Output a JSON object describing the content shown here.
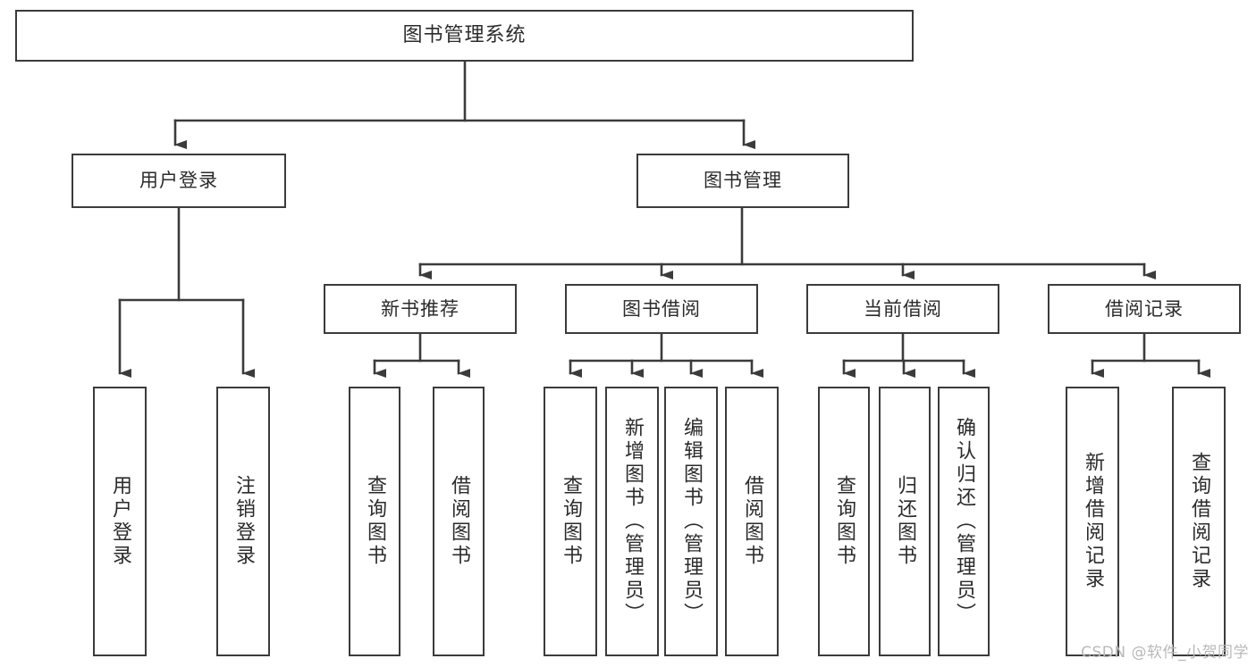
{
  "diagram": {
    "title": "图书管理系统",
    "type": "tree-hierarchy-diagram",
    "colors": {
      "box_border": "#3b3b3b",
      "box_fill": "#ffffff",
      "connector": "#3b3b3b",
      "text": "#2b2b2b",
      "watermark": "#b9b9b9",
      "background": "#ffffff"
    },
    "nodes": {
      "root": {
        "label": "图书管理系统"
      },
      "level2": [
        {
          "label": "用户登录"
        },
        {
          "label": "图书管理"
        }
      ],
      "level3": [
        {
          "label": "新书推荐"
        },
        {
          "label": "图书借阅"
        },
        {
          "label": "当前借阅"
        },
        {
          "label": "借阅记录"
        }
      ],
      "leaves_user_login": [
        {
          "label": "用户登录"
        },
        {
          "label": "注销登录"
        }
      ],
      "leaves_new_book": [
        {
          "label": "查询图书"
        },
        {
          "label": "借阅图书"
        }
      ],
      "leaves_borrow": [
        {
          "label": "查询图书"
        },
        {
          "label": "新增图书（管理员）"
        },
        {
          "label": "编辑图书（管理员）"
        },
        {
          "label": "借阅图书"
        }
      ],
      "leaves_current": [
        {
          "label": "查询图书"
        },
        {
          "label": "归还图书"
        },
        {
          "label": "确认归还（管理员）"
        }
      ],
      "leaves_records": [
        {
          "label": "新增借阅记录"
        },
        {
          "label": "查询借阅记录"
        }
      ]
    },
    "watermark": "CSDN @软件_小贺同学"
  }
}
